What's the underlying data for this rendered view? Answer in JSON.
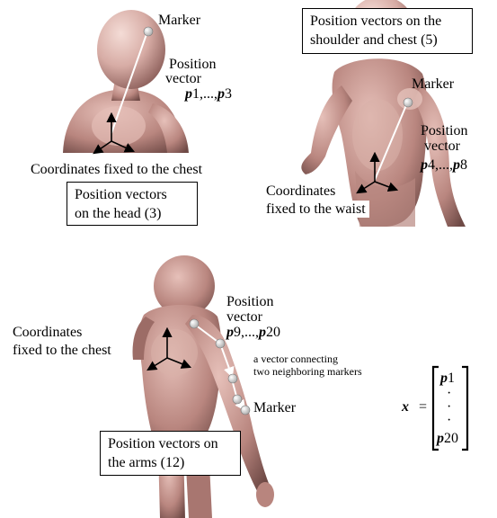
{
  "panel_head": {
    "marker": "Marker",
    "position_vector": [
      "Position",
      "vector"
    ],
    "vectors": {
      "p": "p",
      "first": "1",
      "sep": ",...,",
      "last": "3"
    },
    "coordinates": "Coordinates fixed to the chest",
    "box": [
      "Position vectors",
      "on the head (3)"
    ]
  },
  "panel_shoulder": {
    "box": [
      "Position vectors on the",
      "shoulder and chest (5)"
    ],
    "marker": "Marker",
    "position_vector": [
      "Position",
      "vector"
    ],
    "vectors": {
      "p": "p",
      "first": "4",
      "sep": ",...,",
      "last": "8"
    },
    "coordinates": [
      "Coordinates",
      "fixed to the waist"
    ]
  },
  "panel_arm": {
    "position_vector": [
      "Position",
      "vector"
    ],
    "vectors": {
      "p": "p",
      "first": "9",
      "sep": ",...,",
      "last": "20"
    },
    "coordinates": [
      "Coordinates",
      "fixed to the chest"
    ],
    "connecting": [
      "a vector connecting",
      "two neighboring markers"
    ],
    "marker": "Marker",
    "box": [
      "Position vectors on",
      "the arms (12)"
    ]
  },
  "equation": {
    "x": "x",
    "equals": "=",
    "p": "p",
    "top_index": "1",
    "bottom_index": "20",
    "dots": [
      "·",
      "·",
      "·"
    ]
  },
  "colors": {
    "skin_light": "#e8c4bd",
    "skin_mid": "#c99a93",
    "skin_dark": "#8f625d",
    "marker": "#f2f2f2",
    "vector_line": "#ffffff"
  }
}
